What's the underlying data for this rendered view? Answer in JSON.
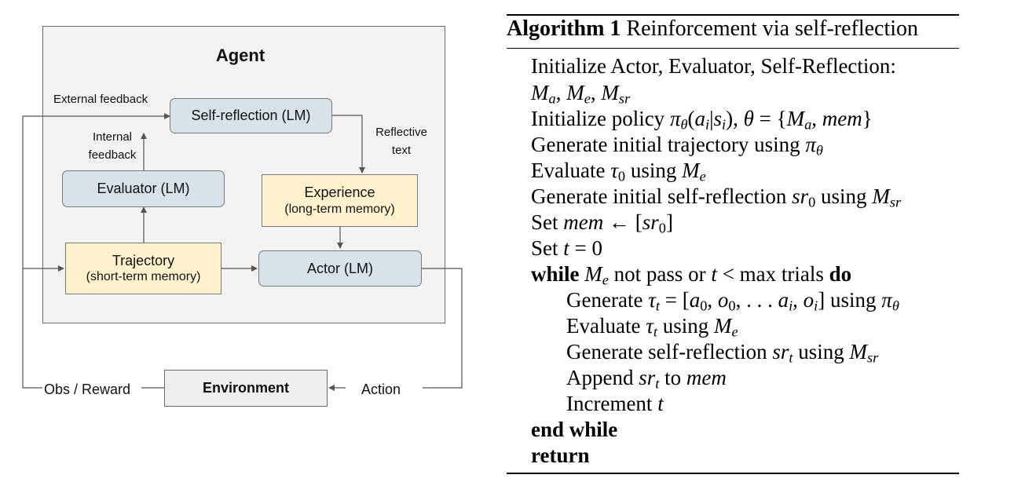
{
  "diagram": {
    "agent_title": "Agent",
    "boxes": {
      "self_reflection": "Self-reflection (LM)",
      "evaluator": "Evaluator (LM)",
      "experience_title": "Experience",
      "experience_sub": "(long-term memory)",
      "trajectory_title": "Trajectory",
      "trajectory_sub": "(short-term memory)",
      "actor": "Actor (LM)",
      "environment": "Environment"
    },
    "labels": {
      "external_feedback": "External feedback",
      "internal_feedback_1": "Internal",
      "internal_feedback_2": "feedback",
      "reflective_text_1": "Reflective",
      "reflective_text_2": "text",
      "obs_reward": "Obs / Reward",
      "action": "Action"
    }
  },
  "algorithm": {
    "caption_number": "Algorithm 1",
    "caption_title": "Reinforcement via self-reflection",
    "lines": [
      "Initialize Actor, Evaluator, Self-Reflection:",
      "Ma, Me, Msr",
      "Initialize policy πθ(ai|si), θ = {Ma, mem}",
      "Generate initial trajectory using πθ",
      "Evaluate τ0 using Me",
      "Generate initial self-reflection sr0 using Msr",
      "Set mem ← [sr0]",
      "Set t = 0",
      "while Me not pass or t < max trials do",
      "Generate τt = [a0, o0, . . . ai, oi] using πθ",
      "Evaluate τt using Me",
      "Generate self-reflection srt using Msr",
      "Append srt to mem",
      "Increment t",
      "end while",
      "return"
    ]
  }
}
